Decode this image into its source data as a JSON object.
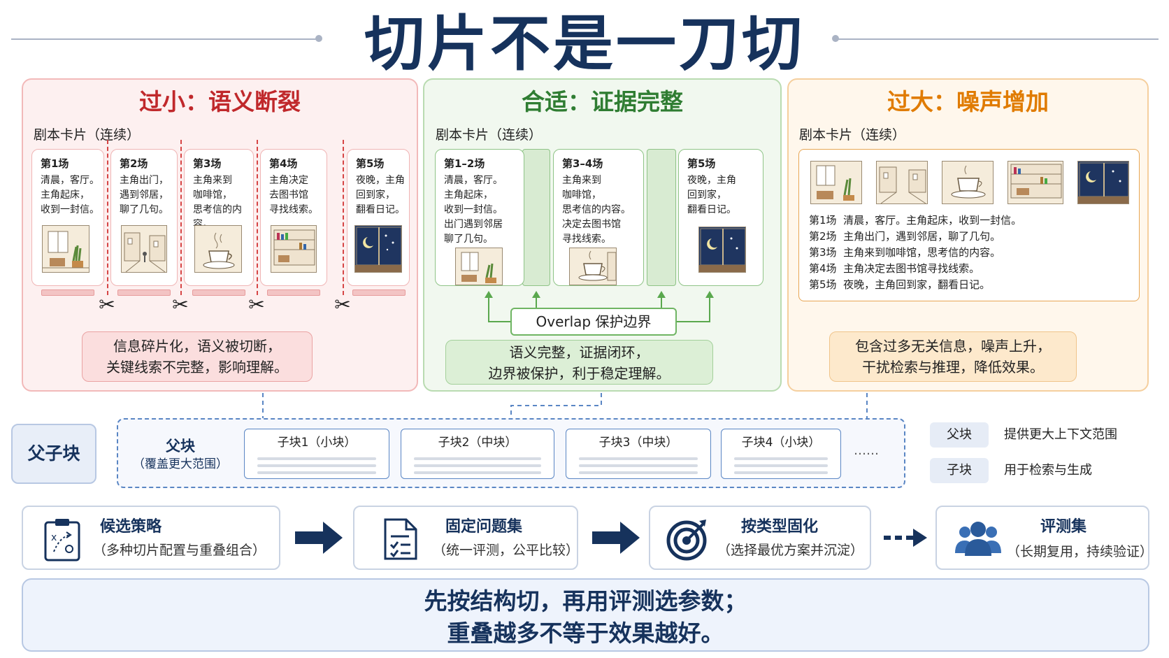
{
  "title": "切片不是一刀切",
  "panels": {
    "small": {
      "title": "过小：语义断裂",
      "color": "#c0282b",
      "label": "剧本卡片（连续）",
      "cards": [
        {
          "title": "第1场",
          "text": "清晨，客厅。\n主角起床，\n收到一封信。"
        },
        {
          "title": "第2场",
          "text": "主角出门，\n遇到邻居，\n聊了几句。"
        },
        {
          "title": "第3场",
          "text": "主角来到\n咖啡馆，\n思考信的内容。"
        },
        {
          "title": "第4场",
          "text": "主角决定\n去图书馆\n寻找线索。"
        },
        {
          "title": "第5场",
          "text": "夜晚，主角\n回到家，\n翻看日记。"
        }
      ],
      "note": "信息碎片化，语义被切断，\n关键线索不完整，影响理解。"
    },
    "fit": {
      "title": "合适：证据完整",
      "color": "#2f7d32",
      "label": "剧本卡片（连续）",
      "cards": [
        {
          "title": "第1–2场",
          "text": "清晨，客厅。\n主角起床，\n收到一封信。\n出门遇到邻居\n聊了几句。"
        },
        {
          "title": "第3–4场",
          "text": "主角来到\n咖啡馆，\n思考信的内容。\n决定去图书馆\n寻找线索。"
        },
        {
          "title": "第5场",
          "text": "夜晚，主角\n回到家，\n翻看日记。"
        }
      ],
      "overlap": "Overlap 保护边界",
      "note": "语义完整，证据闭环，\n边界被保护，利于稳定理解。"
    },
    "large": {
      "title": "过大：噪声增加",
      "color": "#e07b00",
      "label": "剧本卡片（连续）",
      "lines": [
        {
          "scene": "第1场",
          "text": "清晨，客厅。主角起床，收到一封信。"
        },
        {
          "scene": "第2场",
          "text": "主角出门，遇到邻居，聊了几句。"
        },
        {
          "scene": "第3场",
          "text": "主角来到咖啡馆，思考信的内容。"
        },
        {
          "scene": "第4场",
          "text": "主角决定去图书馆寻找线索。"
        },
        {
          "scene": "第5场",
          "text": "夜晚，主角回到家，翻看日记。"
        }
      ],
      "note": "包含过多无关信息，噪声上升，\n干扰检索与推理，降低效果。"
    }
  },
  "parent_child": {
    "label": "父子块",
    "parent": "父块",
    "parent_sub": "（覆盖更大范围）",
    "children": [
      "子块1（小块）",
      "子块2（中块）",
      "子块3（中块）",
      "子块4（小块）"
    ],
    "ellipsis": "……",
    "legend": [
      {
        "tag": "父块",
        "desc": "提供更大上下文范围"
      },
      {
        "tag": "子块",
        "desc": "用于检索与生成"
      }
    ]
  },
  "flow": [
    {
      "title": "候选策略",
      "sub": "（多种切片配置与重叠组合）",
      "icon": "clipboard-strategy-icon"
    },
    {
      "title": "固定问题集",
      "sub": "（统一评测，公平比较）",
      "icon": "document-checklist-icon"
    },
    {
      "title": "按类型固化",
      "sub": "（选择最优方案并沉淀）",
      "icon": "target-icon"
    },
    {
      "title": "评测集",
      "sub": "（长期复用，持续验证）",
      "icon": "people-group-icon"
    }
  ],
  "conclusion": {
    "line1": "先按结构切，再用评测选参数；",
    "line2": "重叠越多不等于效果越好。"
  },
  "colors": {
    "navy": "#16325c",
    "red": "#c0282b",
    "green": "#2f7d32",
    "orange": "#e07b00",
    "blue": "#5a86c4"
  }
}
